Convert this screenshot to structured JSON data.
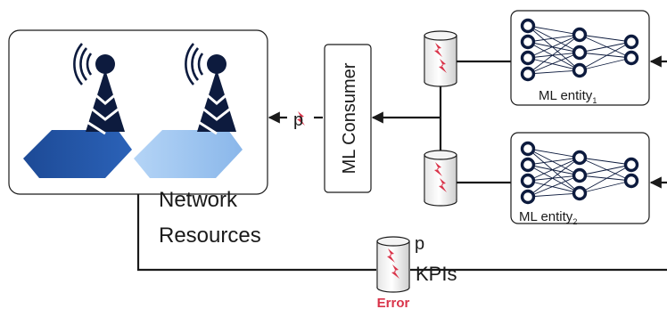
{
  "network_box": {
    "label_line1": "Network",
    "label_line2": "Resources"
  },
  "consumer": {
    "label": "ML Consumer"
  },
  "entity_top": {
    "label": "ML entity",
    "subscript": "1"
  },
  "entity_bottom": {
    "label": "ML entity",
    "subscript": "2"
  },
  "link_p_label": "p",
  "kpi": {
    "p_label": "p",
    "kpis_label": "KPIs",
    "error_label": "Error"
  },
  "colors": {
    "tower": "#0d1b3e",
    "accent": "#d9344a",
    "hex_dark": "#1f4e9c",
    "hex_light": "#9cc2f0"
  }
}
